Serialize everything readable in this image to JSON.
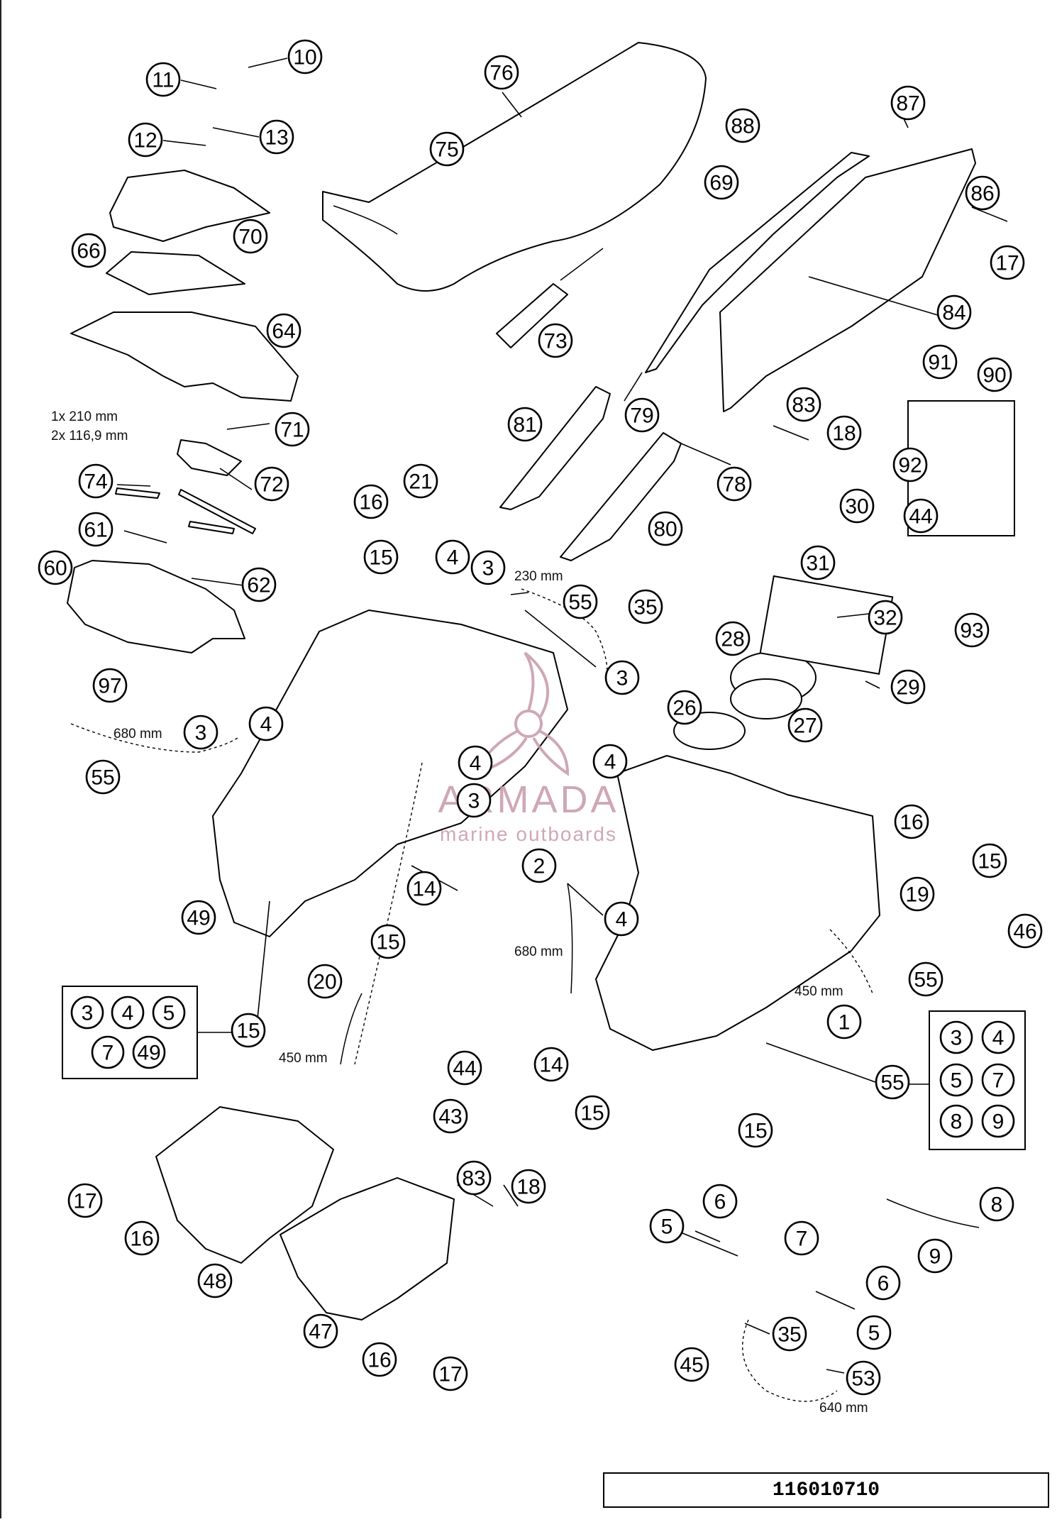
{
  "drawing_number": "116010710",
  "watermark": {
    "brand": "ARMADA",
    "tagline": "marine outboards",
    "color": "#c79aa8"
  },
  "dimensions": [
    "1x 210 mm",
    "2x 116,9 mm",
    "680 mm",
    "230 mm",
    "680 mm",
    "450 mm",
    "450 mm",
    "640 mm"
  ],
  "callouts": [
    "10",
    "11",
    "12",
    "13",
    "70",
    "66",
    "64",
    "71",
    "72",
    "74",
    "61",
    "62",
    "60",
    "97",
    "76",
    "75",
    "73",
    "88",
    "69",
    "87",
    "86",
    "17",
    "84",
    "79",
    "81",
    "83",
    "18",
    "78",
    "80",
    "91",
    "90",
    "92",
    "44",
    "21",
    "16",
    "15",
    "4",
    "3",
    "55",
    "35",
    "3",
    "30",
    "31",
    "32",
    "93",
    "28",
    "29",
    "26",
    "27",
    "3",
    "4",
    "55",
    "4",
    "4",
    "3",
    "4",
    "2",
    "15",
    "49",
    "14",
    "15",
    "20",
    "16",
    "15",
    "19",
    "46",
    "55",
    "1",
    "55",
    "450",
    "44",
    "43",
    "14",
    "15",
    "15",
    "17",
    "16",
    "48",
    "83",
    "18",
    "47",
    "16",
    "17",
    "6",
    "5",
    "7",
    "8",
    "9",
    "6",
    "5",
    "35",
    "53",
    "45"
  ],
  "kit_box_2": [
    "3",
    "4",
    "5",
    "7",
    "49"
  ],
  "kit_box_1": [
    "3",
    "4",
    "5",
    "7",
    "8",
    "9"
  ]
}
